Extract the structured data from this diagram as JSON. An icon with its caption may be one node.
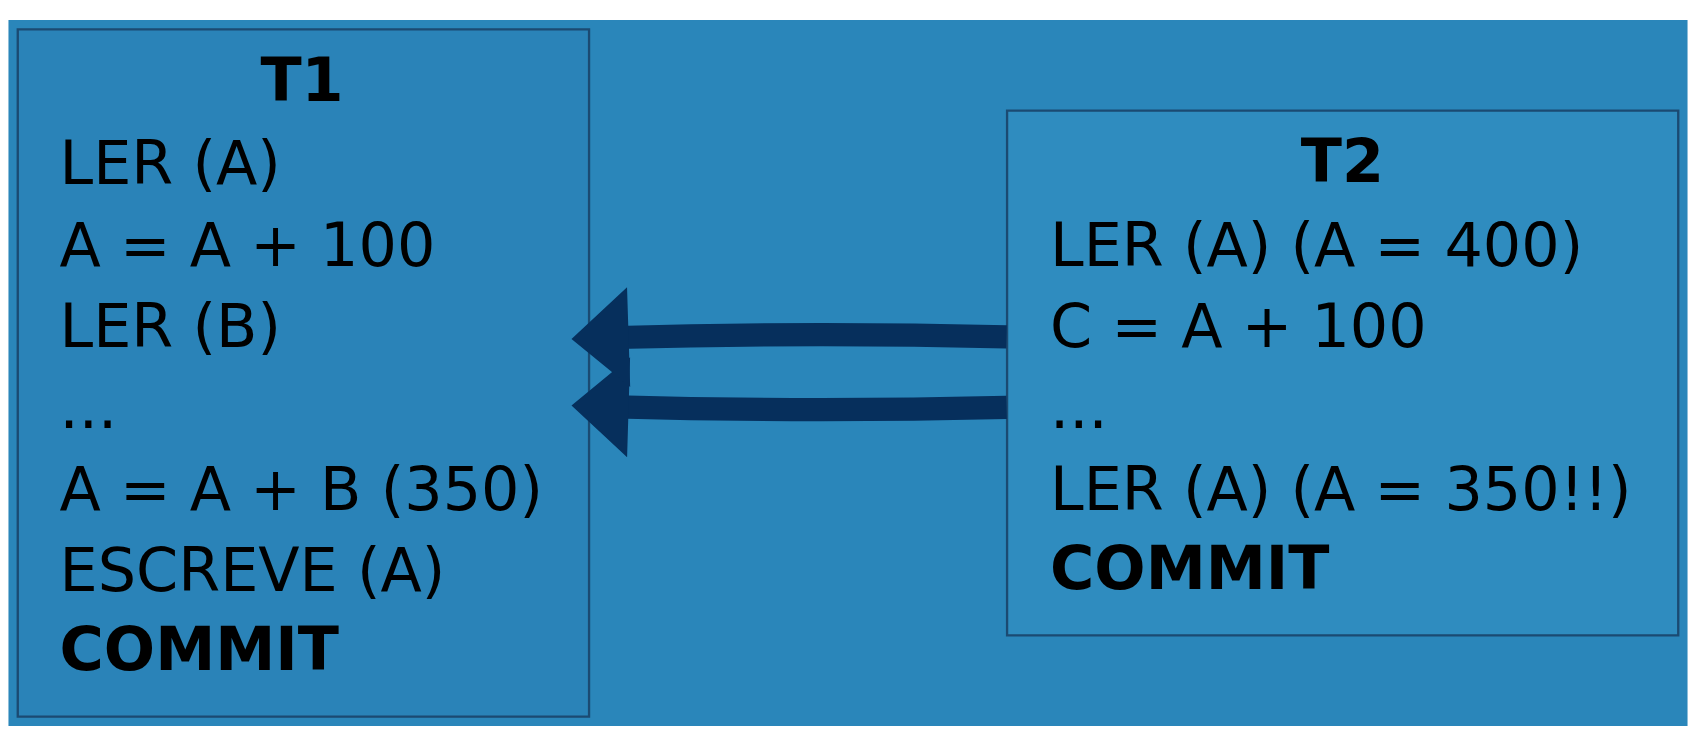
{
  "diagram": {
    "nodes": [
      {
        "text": [
          "T1",
          "LER (A)",
          "A = A + 100",
          "LER (B)",
          "...",
          "A = A + B (350)",
          "ESCREVE (A)",
          "COMMIT"
        ]
      },
      {
        "text": [
          "T2",
          "LER (A) (A = 400)",
          "C = A + 100",
          "...",
          "LER (A) (A = 350!!)",
          "COMMIT"
        ]
      }
    ],
    "edges": [
      {
        "from": 1,
        "to": 0,
        "arrow": "to"
      },
      {
        "from": 1,
        "to": 0,
        "arrow": "to"
      }
    ]
  }
}
